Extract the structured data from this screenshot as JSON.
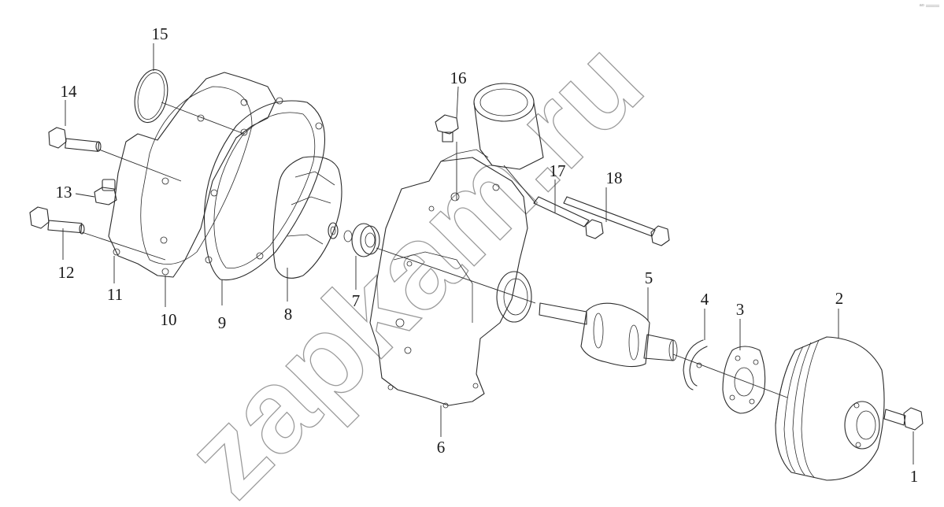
{
  "watermark": "zapkam.ru",
  "corner_mark": "ᵃᵒ ═══",
  "callouts": [
    {
      "id": "c1",
      "label": "1"
    },
    {
      "id": "c2",
      "label": "2"
    },
    {
      "id": "c3",
      "label": "3"
    },
    {
      "id": "c4",
      "label": "4"
    },
    {
      "id": "c5",
      "label": "5"
    },
    {
      "id": "c6",
      "label": "6"
    },
    {
      "id": "c7",
      "label": "7"
    },
    {
      "id": "c8",
      "label": "8"
    },
    {
      "id": "c9",
      "label": "9"
    },
    {
      "id": "c10",
      "label": "10"
    },
    {
      "id": "c11",
      "label": "11"
    },
    {
      "id": "c12",
      "label": "12"
    },
    {
      "id": "c13",
      "label": "13"
    },
    {
      "id": "c14",
      "label": "14"
    },
    {
      "id": "c15",
      "label": "15"
    },
    {
      "id": "c16",
      "label": "16"
    },
    {
      "id": "c17",
      "label": "17"
    },
    {
      "id": "c18",
      "label": "18"
    }
  ]
}
